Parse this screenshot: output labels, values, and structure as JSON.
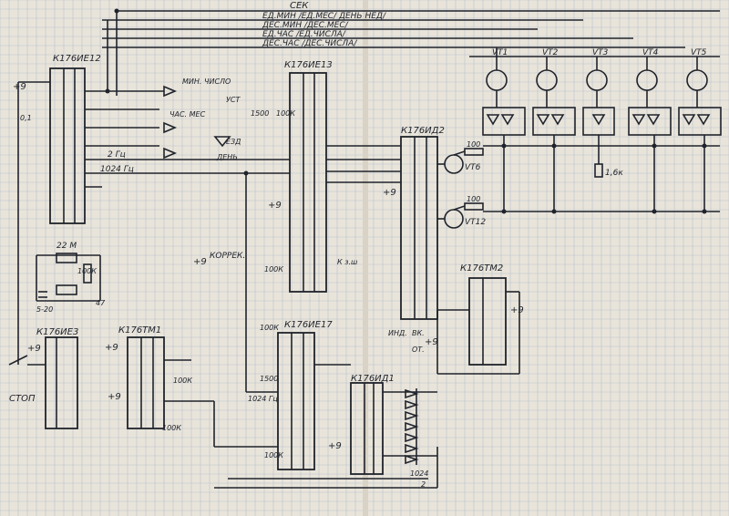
{
  "colors": {
    "paper": "#e9e4da",
    "ink": "#1f232b",
    "grid": "#b9c3cd"
  },
  "buses": {
    "sec": "СЕК",
    "min_units": "ЕД.МИН /ЕД.МЕС/ ДЕНЬ НЕД/",
    "min_tens": "ДЕС.МИН /ДЕС.МЕС/",
    "hour_units": "ЕД.ЧАС /ЕД.ЧИСЛА/",
    "hour_tens": "ДЕС.ЧАС /ДЕС.ЧИСЛА/"
  },
  "chips": {
    "ie12": "К176ИЕ12",
    "ie13": "К176ИЕ13",
    "id2": "К176ИД2",
    "tm2": "К176ТМ2",
    "ie3": "К176ИЕ3",
    "tm1": "К176ТМ1",
    "ie17": "К176ИЕ17",
    "id1": "К176ИД1"
  },
  "transistors": [
    "VT1",
    "VT2",
    "VT3",
    "VT4",
    "VT5"
  ],
  "labels": {
    "min_date": "МИН. ЧИСЛО",
    "hour_mon": "ЧАС. МЕС",
    "set": "УСТ",
    "day": "ДЕНЬ",
    "day_sh": "ЕЗД",
    "korrek": "КОРРЕК.",
    "stop": "СТОП",
    "ind": "ИНД.",
    "vk": "ВК.",
    "ot": "ОТ.",
    "quartz": "22 М",
    "r100k": "100К",
    "r1500": "1500",
    "r16k": "1,6к",
    "r100": "100",
    "c47": "47",
    "c520": "5-20",
    "c01": "0,1",
    "vt6": "VT6",
    "vt12": "VT12",
    "f2": "2 Гц",
    "f1024": "1024 Гц",
    "n1024": "1024",
    "n2": "2",
    "plus9": "+9",
    "ksh": "К з.ш"
  }
}
